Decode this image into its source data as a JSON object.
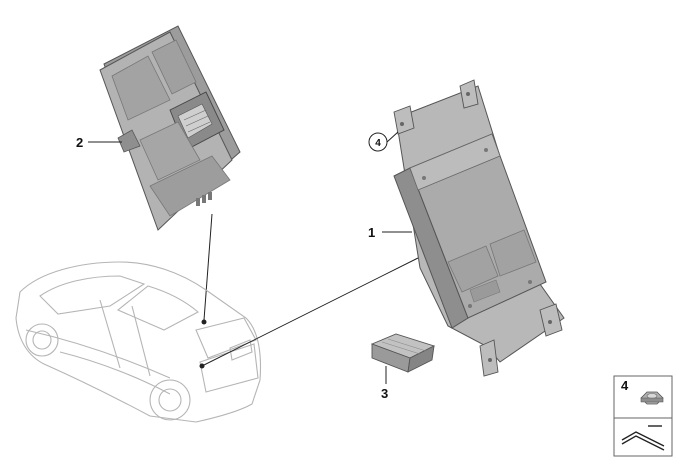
{
  "callouts": {
    "part_1": "1",
    "part_2": "2",
    "part_3": "3",
    "part_4": "4"
  },
  "legend": {
    "item_number": "4"
  },
  "colors": {
    "part_fill": "#a6a6a6",
    "part_light": "#c9c9c9",
    "part_dark": "#7d7d7d",
    "outline": "#555555",
    "car_line": "#b5b5b5",
    "leader": "#222222"
  },
  "icons": {
    "nut": "hex-nut-icon",
    "parts_set": "parts-set-icon"
  }
}
